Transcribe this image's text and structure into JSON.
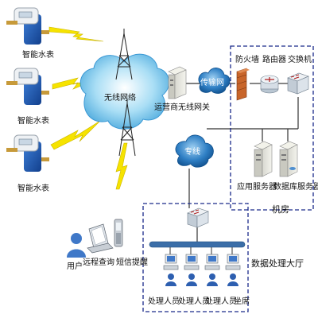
{
  "labels": {
    "meter_1": "智能水表",
    "meter_2": "智能水表",
    "meter_3": "智能水表",
    "wireless_network": "无线网络",
    "operator_gateway": "运营商无线网关",
    "transmission_network": "传输网",
    "firewall": "防火墙",
    "router": "路由器",
    "switch": "交换机",
    "dedicated_line": "专线",
    "app_server": "应用服务器",
    "db_server": "数据库服务器",
    "machine_room": "机房",
    "user": "用户",
    "remote_query": "远程查询",
    "sms_reminder": "短信提醒",
    "data_hall": "数据处理大厅",
    "staff_1": "处理人员",
    "staff_2": "处理人员",
    "staff_3": "处理人员",
    "agent_seat": "坐席"
  },
  "colors": {
    "cloud": "#8fd3f0",
    "cloud_dark": "#1a6fb0",
    "lightning": "#f6e300",
    "bus": "#3b6ea8",
    "dashed_border": "#1a2a8a",
    "meter_body": "#2a63b8",
    "firewall": "#c8652a"
  }
}
